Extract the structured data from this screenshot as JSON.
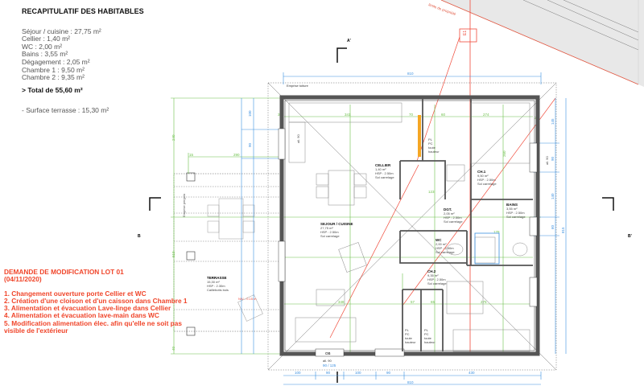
{
  "summary": {
    "title": "RECAPITULATIF DES HABITABLES",
    "rooms": [
      "Séjour / cuisine : 27,75 m²",
      "Cellier : 1,40 m²",
      "WC : 2,00 m²",
      "Bains : 3,55 m²",
      "Dégagement : 2,05 m²",
      "Chambre 1 : 9,50 m²",
      "Chambre 2 : 9,35 m²"
    ],
    "total": "> Total de 55,60 m²",
    "terrace": "- Surface terrasse : 15,30 m²"
  },
  "request": {
    "title": "DEMANDE DE MODIFICATION LOT 01",
    "date": "(04/11/2020)",
    "items": [
      "1. Changement ouverture porte Cellier et WC",
      "2. Création d'une cloison et d'un caisson dans Chambre 1",
      "3. Alimentation et évacuation Lave-linge dans Cellier",
      "4. Alimentation et évacuation lave-main dans WC",
      "5. Modification alimentation élec. afin qu'elle ne soit pas",
      "visible de l'extérieur"
    ]
  },
  "plan": {
    "property_limit": "limite de propriété",
    "roof_footprint": "Emprise toiture",
    "pergola_footprint": "Emprise pergola",
    "section_a": "A",
    "section_a_prime": "A'",
    "section_b": "B",
    "section_b_prime": "B'",
    "marker_e1": "E1",
    "rooms": {
      "sejour": {
        "name": "SEJOUR / CUISINE",
        "area": "27,75 m²",
        "hsp": "HSP : 2.50m",
        "floor": "Sol carrelage"
      },
      "cellier": {
        "name": "CELLIER",
        "area": "1,40 m²",
        "hsp": "HSP : 2.50m",
        "floor": "Sol carrelage"
      },
      "dgt": {
        "name": "DGT.",
        "area": "2,05 m²",
        "hsp": "HSP : 2.50m",
        "floor": "Sol carrelage"
      },
      "wc": {
        "name": "WC",
        "area": "2,00 m²",
        "hsp": "HSP : 2.50m",
        "floor": "Sol carrelage"
      },
      "ch1": {
        "name": "CH.1",
        "area": "9,50 m²",
        "hsp": "HSP : 2.50m",
        "floor": "Sol carrelage"
      },
      "bains": {
        "name": "BAINS",
        "area": "3,55 m²",
        "hsp": "HSP : 2.50m",
        "floor": "Sol carrelage"
      },
      "ch2": {
        "name": "CH.2",
        "area": "9,35 m²",
        "hsp": "HSP : 2.50m",
        "floor": "Sol carrelage"
      },
      "terrasse": {
        "name": "TERRASSE",
        "area": "15,30 m²",
        "hsp": "HSP : 2.30m",
        "floor": "Caillebotis bois",
        "level": "NIV - 0.15 m"
      }
    },
    "closet_labels": [
      "PL",
      "PC",
      "toute",
      "hauteur"
    ],
    "window_labels": {
      "ob": "OB",
      "alt_bottom": "all. 90",
      "size_bottom": "90 / 125",
      "alt_top": "all. 90",
      "alt_right": "all. 90"
    },
    "dims_top": {
      "total": "810",
      "cuisine": "341",
      "a": "32",
      "b": "70",
      "c": "60",
      "ch1": "274"
    },
    "dims_bottom": [
      "100",
      "90",
      "100",
      "90",
      "430"
    ],
    "dims_bottom_total": "810",
    "dims_left": [
      "240",
      "100",
      "90",
      "290",
      "510",
      "15",
      "40"
    ],
    "dims_right": [
      "145",
      "90",
      "140",
      "60",
      "815"
    ],
    "dims_interior": [
      "348",
      "57",
      "65",
      "275",
      "123",
      "178",
      "260",
      "25"
    ]
  }
}
